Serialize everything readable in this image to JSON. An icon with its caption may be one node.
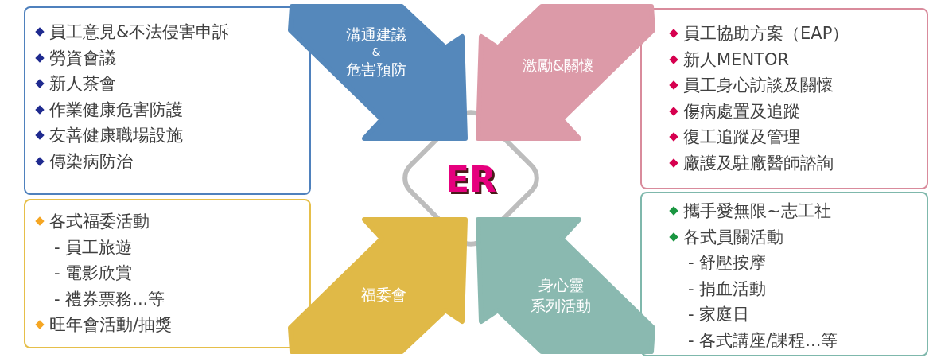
{
  "diagram": {
    "nodes": [
      {
        "text": [
          "員工意見&不法侵害申訴",
          "勞資會議",
          "新人茶會",
          "作業健康危害防護",
          "友善健康職場設施",
          "傳染病防治"
        ]
      },
      {
        "text": [
          "溝通建議",
          "&",
          "危害預防"
        ]
      },
      {
        "text": [
          "ER"
        ]
      },
      {
        "text": [
          "激勵&關懷"
        ]
      },
      {
        "text": [
          "員工協助方案（EAP）",
          "新人MENTOR",
          "員工身心訪談及關懷",
          "傷病處置及追蹤",
          "復工追蹤及管理",
          "廠護及駐廠醫師諮詢"
        ]
      },
      {
        "text": [
          "各式福委活動",
          "- 員工旅遊",
          "- 電影欣賞",
          "- 禮券票務...等",
          "旺年會活動/抽獎"
        ]
      },
      {
        "text": [
          "福委會"
        ]
      },
      {
        "text": [
          "身心靈",
          "系列活動"
        ]
      },
      {
        "text": [
          "攜手愛無限~志工社",
          "各式員關活動",
          "- 舒壓按摩",
          "- 捐血活動",
          "- 家庭日",
          "- 各式講座/課程...等"
        ]
      }
    ]
  }
}
